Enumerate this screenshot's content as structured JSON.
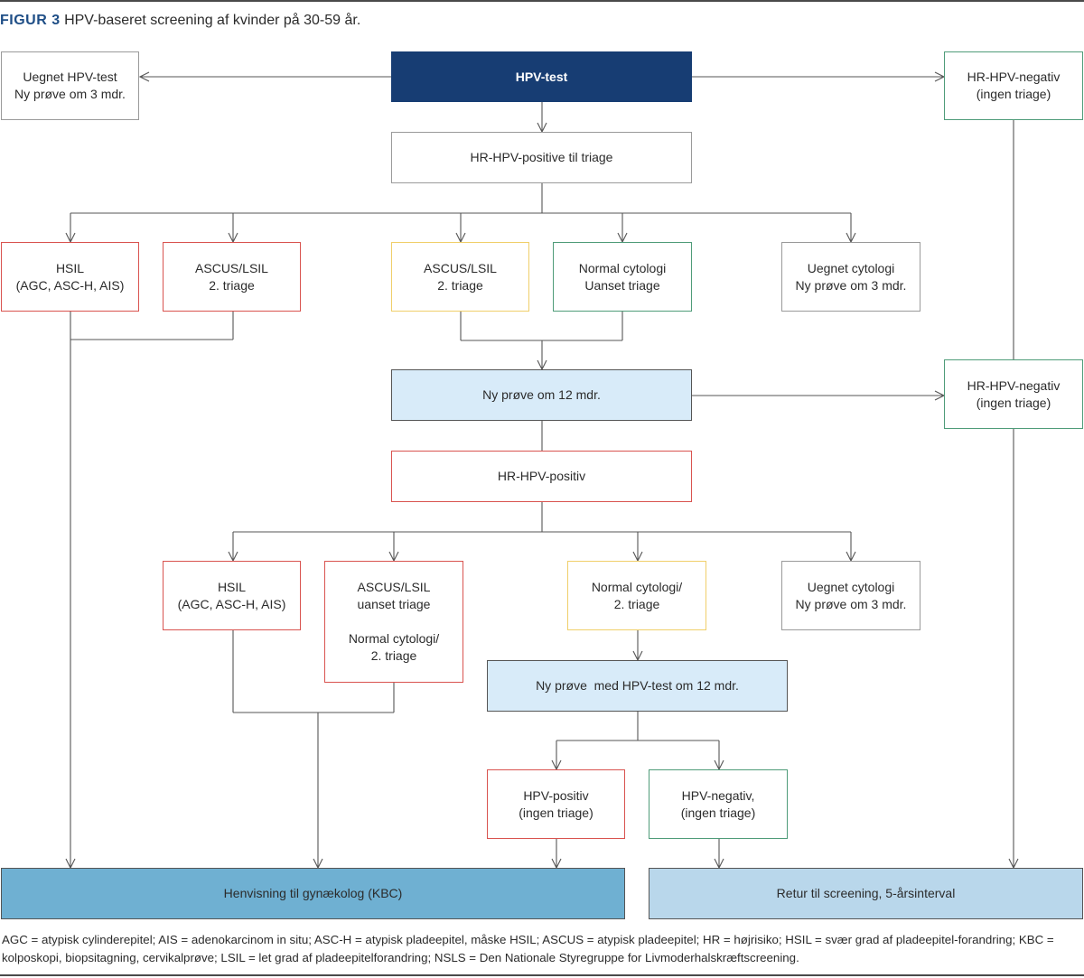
{
  "title": {
    "prefix": "FIGUR 3",
    "text": "HPV-baseret screening af kvinder på 30-59 år."
  },
  "boxes": {
    "hpv_test": "HPV-test",
    "uegnet_hpv": [
      "Uegnet HPV-test",
      "Ny prøve om 3 mdr."
    ],
    "hr_neg_top": [
      "HR-HPV-negativ",
      "(ingen triage)"
    ],
    "hr_pos_triage": "HR-HPV-positive til triage",
    "hsil_1": [
      "HSIL",
      "(AGC, ASC-H, AIS)"
    ],
    "ascus_red_1": [
      "ASCUS/LSIL",
      "2. triage"
    ],
    "ascus_yellow_1": [
      "ASCUS/LSIL",
      "2. triage"
    ],
    "normal_1": [
      "Normal cytologi",
      "Uanset triage"
    ],
    "uegnet_cyt_1": [
      "Uegnet cytologi",
      "Ny prøve om 3 mdr."
    ],
    "ny_12": "Ny prøve om 12 mdr.",
    "hr_neg_mid": [
      "HR-HPV-negativ",
      "(ingen triage)"
    ],
    "hr_pos": "HR-HPV-positiv",
    "hsil_2": [
      "HSIL",
      "(AGC, ASC-H, AIS)"
    ],
    "ascus_2": [
      "ASCUS/LSIL",
      "uanset triage",
      "Normal cytologi/",
      "2. triage"
    ],
    "normal_2": [
      "Normal cytologi/",
      "2. triage"
    ],
    "uegnet_cyt_2": [
      "Uegnet cytologi",
      "Ny prøve om 3 mdr."
    ],
    "ny_hpv_12": "Ny prøve  med HPV-test om 12 mdr.",
    "hpv_pos": [
      "HPV-positiv",
      "(ingen triage)"
    ],
    "hpv_neg": [
      "HPV-negativ,",
      "(ingen triage)"
    ],
    "henvisning": "Henvisning til gynækolog (KBC)",
    "retur": "Retur til screening, 5-årsinterval"
  },
  "footnote": "AGC = atypisk cylinderepitel; AIS = adenokarcinom in situ; ASC-H = atypisk pladeepitel, måske HSIL; ASCUS = atypisk pladeepitel; HR = højrisiko; HSIL = svær grad af pladeepitel-forandring; KBC = kolposkopi, biopsitagning, cervikalprøve; LSIL = let grad af pladeepitelforandring; NSLS = Den Nationale Styregruppe for Livmoderhalskræftscreening.",
  "colors": {
    "title_accent": "#1f4e86",
    "hpv_test_fill": "#173d73",
    "red_border": "#d9534f",
    "yellow_border": "#f0cf6a",
    "green_border": "#4f9c79",
    "light_blue_fill": "#d8ebf9",
    "henvisning_fill": "#6fb0d2",
    "retur_fill": "#b9d7eb"
  }
}
